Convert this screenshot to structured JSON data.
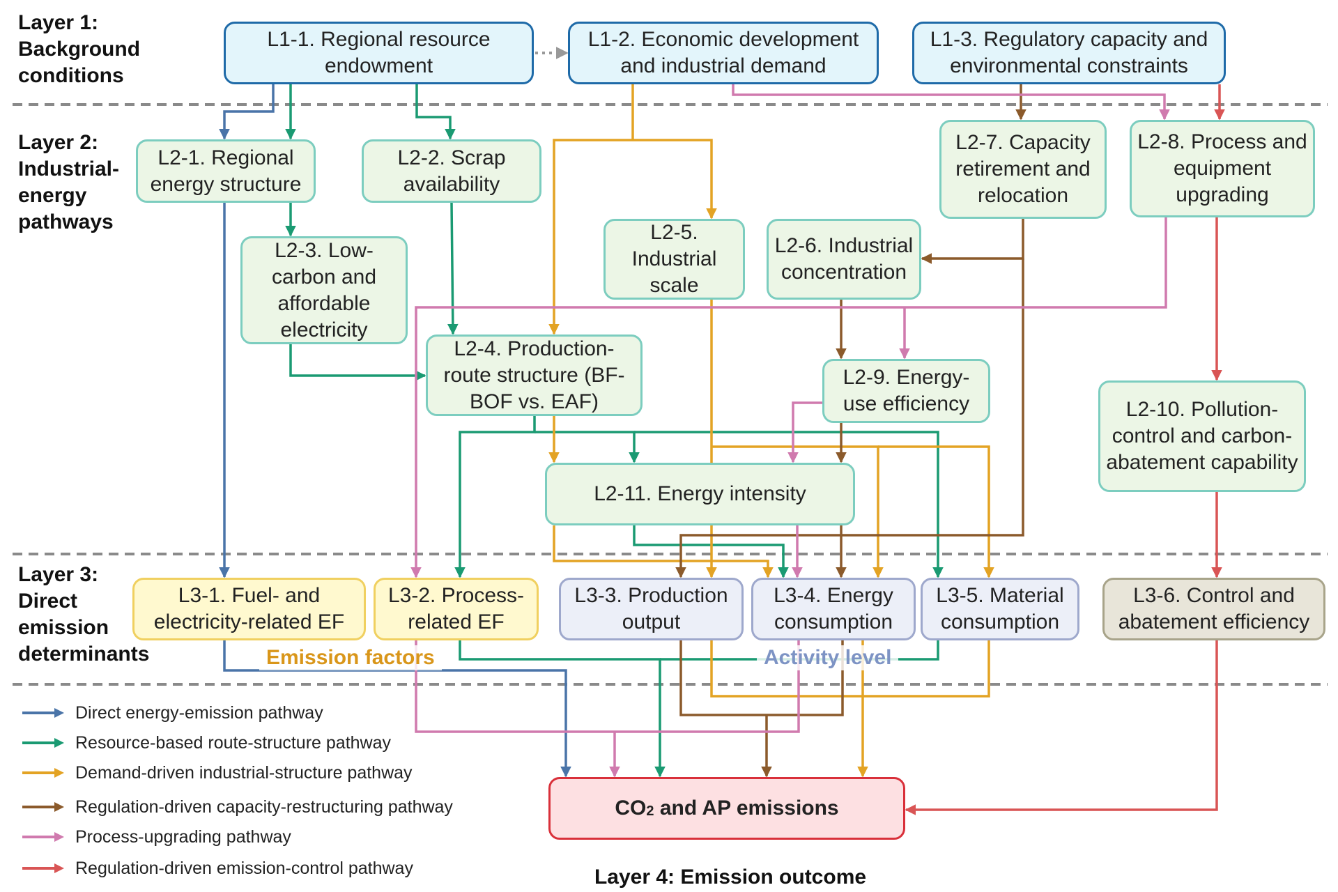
{
  "layers": {
    "layer1": "Layer 1:\nBackground\nconditions",
    "layer2": "Layer 2:\nIndustrial-\nenergy\npathways",
    "layer3": "Layer 3:\nDirect\nemission\ndeterminants",
    "layer4": "Layer 4: Emission outcome"
  },
  "nodes": {
    "l1_1": "L1-1. Regional resource endowment",
    "l1_2": "L1-2. Economic development and industrial demand",
    "l1_3": "L1-3. Regulatory capacity and environmental constraints",
    "l2_1": "L2-1. Regional energy structure",
    "l2_2": "L2-2. Scrap availability",
    "l2_3": "L2-3. Low-carbon and affordable electricity",
    "l2_4": "L2-4. Production-route structure (BF-BOF vs. EAF)",
    "l2_5": "L2-5. Industrial scale",
    "l2_6": "L2-6. Industrial concentration",
    "l2_7": "L2-7. Capacity retirement and relocation",
    "l2_8": "L2-8. Process and equipment upgrading",
    "l2_9": "L2-9. Energy-use efficiency",
    "l2_10": "L2-10. Pollution-control and carbon-abatement capability",
    "l2_11": "L2-11. Energy intensity",
    "l3_1": "L3-1. Fuel- and electricity-related EF",
    "l3_2": "L3-2. Process-related EF",
    "l3_3": "L3-3. Production output",
    "l3_4": "L3-4. Energy consumption",
    "l3_5": "L3-5. Material consumption",
    "l3_6": "L3-6. Control and abatement efficiency",
    "outcome_main": "CO",
    "outcome_sub": "2",
    "outcome_rest": " and AP emissions"
  },
  "groups": {
    "emission_factors": "Emission factors",
    "activity_level": "Activity level"
  },
  "colors": {
    "direct": "#4a74a8",
    "resource": "#1a9a72",
    "demand": "#e3a324",
    "capacity": "#8b5a2b",
    "process": "#d07aae",
    "control": "#d95555",
    "dotted": "#999999",
    "group_ef": "#d9961a",
    "group_act": "#7d93c4"
  },
  "legend": [
    {
      "label": "Direct energy-emission pathway",
      "color": "#4a74a8"
    },
    {
      "label": "Resource-based route-structure pathway",
      "color": "#1a9a72"
    },
    {
      "label": "Demand-driven industrial-structure pathway",
      "color": "#e3a324"
    },
    {
      "label": "Regulation-driven capacity-restructuring pathway",
      "color": "#8b5a2b"
    },
    {
      "label": "Process-upgrading pathway",
      "color": "#d07aae"
    },
    {
      "label": "Regulation-driven emission-control pathway",
      "color": "#d95555"
    }
  ]
}
